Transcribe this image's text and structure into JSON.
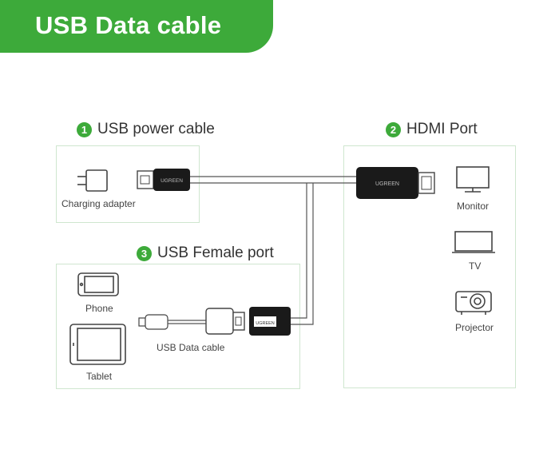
{
  "banner": {
    "title": "USB Data cable"
  },
  "sections": {
    "usb_power": {
      "number": "1",
      "title": "USB power cable"
    },
    "hdmi_port": {
      "number": "2",
      "title": "HDMI Port"
    },
    "usb_female": {
      "number": "3",
      "title": "USB Female port"
    }
  },
  "devices": {
    "charging_adapter": "Charging adapter",
    "monitor": "Monitor",
    "tv": "TV",
    "projector": "Projector",
    "phone": "Phone",
    "tablet": "Tablet",
    "usb_data_cable": "USB Data cable"
  },
  "brand": {
    "logo_text": "UGREEN"
  },
  "colors": {
    "accent": "#3daa3a",
    "panel_border": "#cfe6cf",
    "connector_dark": "#1a1a1a",
    "line": "#555555"
  }
}
